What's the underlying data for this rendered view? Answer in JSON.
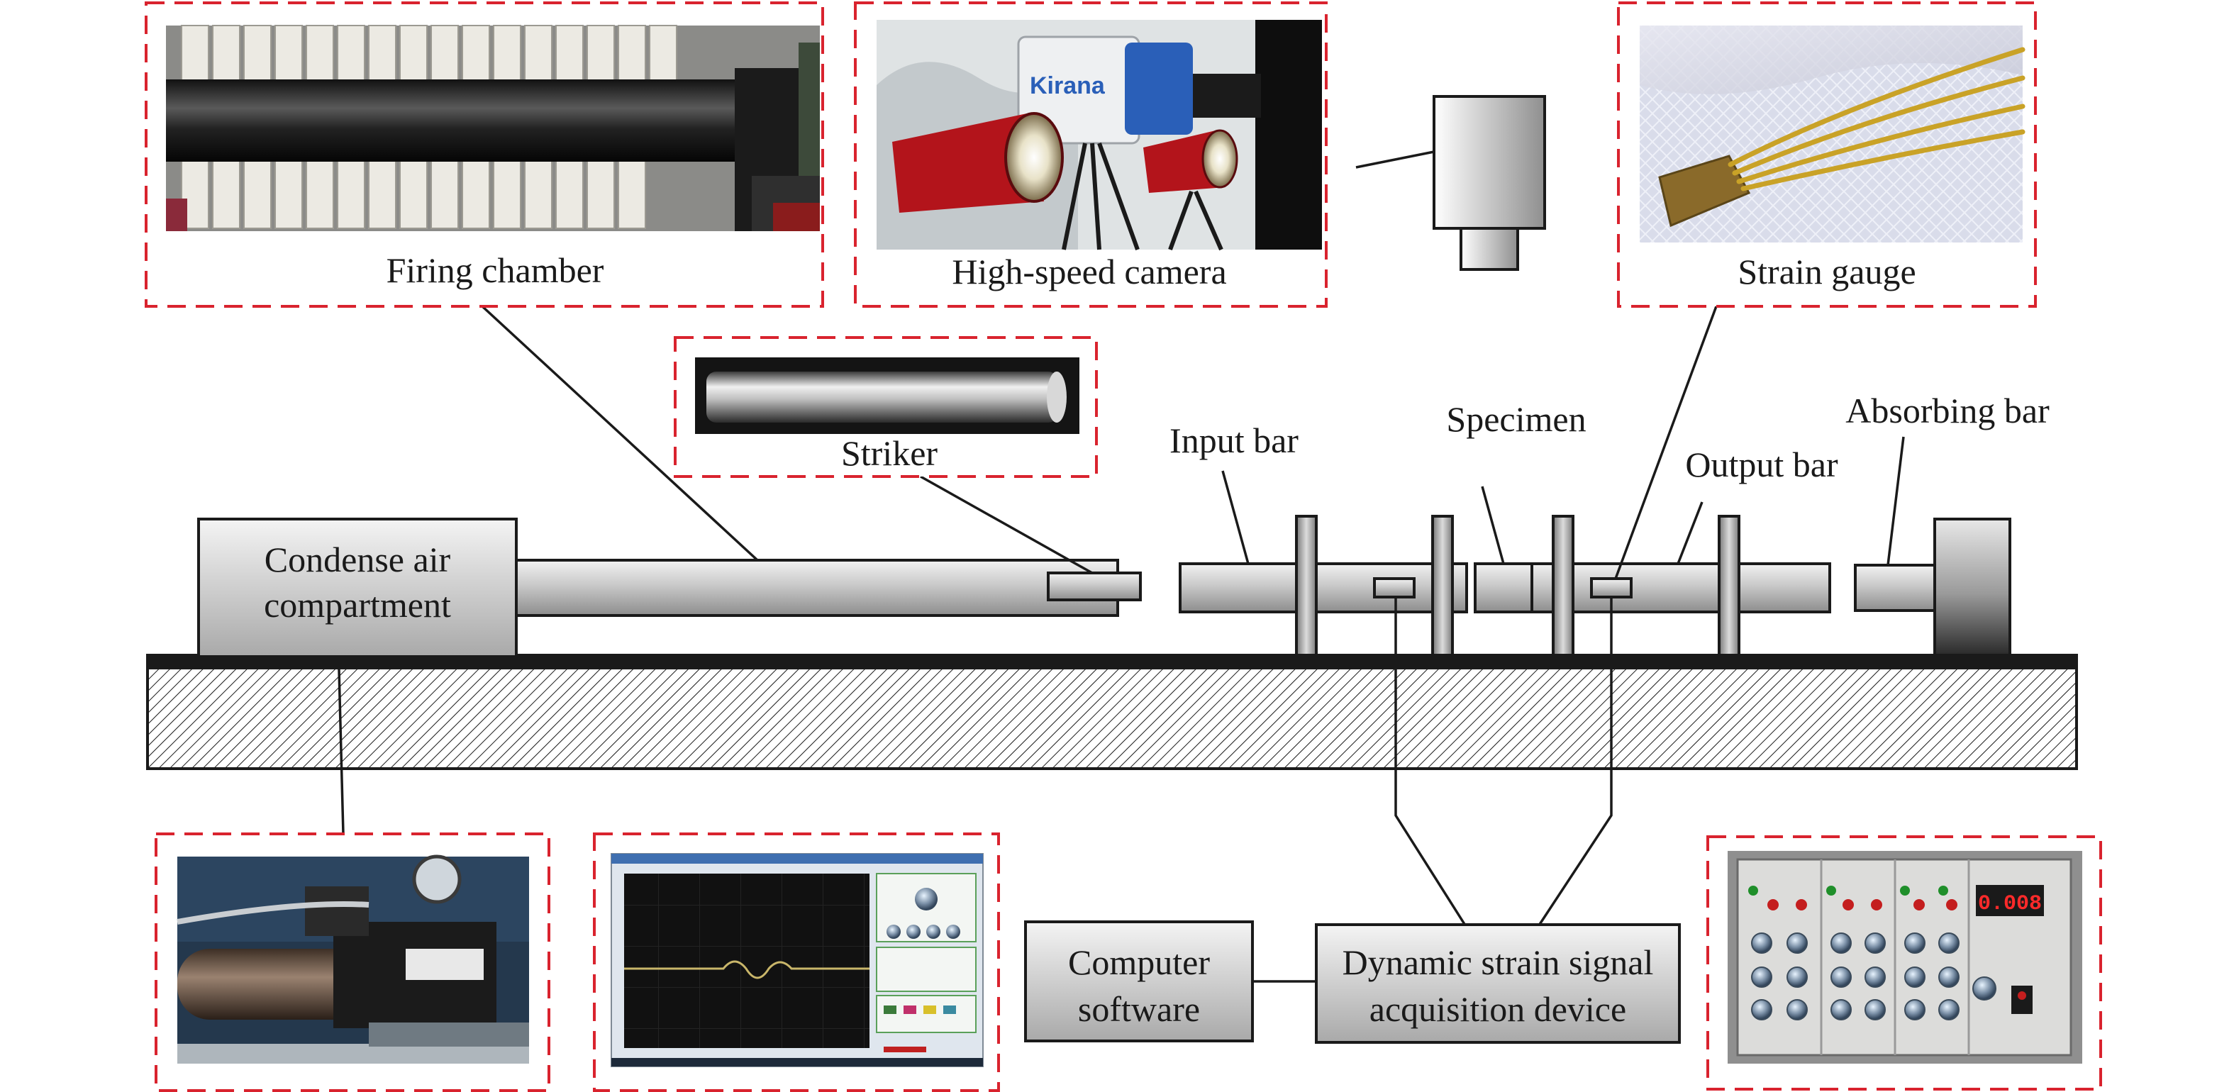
{
  "labels": {
    "firing_chamber": "Firing chamber",
    "high_speed_camera": "High-speed camera",
    "strain_gauge": "Strain gauge",
    "striker": "Striker",
    "input_bar": "Input bar",
    "specimen": "Specimen",
    "output_bar": "Output bar",
    "absorbing_bar": "Absorbing bar",
    "condense_air_line1": "Condense air",
    "condense_air_line2": "compartment",
    "computer_line1": "Computer",
    "computer_line2": "software",
    "acquisition_line1": "Dynamic strain signal",
    "acquisition_line2": "acquisition device"
  },
  "photo_texts": {
    "camera_brand": "Kirana",
    "amplifier_readout": "0.008"
  },
  "colors": {
    "dashed_frame": "#d9232e",
    "outline": "#1a1a1a",
    "platform_top": "#1a1a1a"
  },
  "icons": {
    "camera_schematic": "camera-icon"
  }
}
